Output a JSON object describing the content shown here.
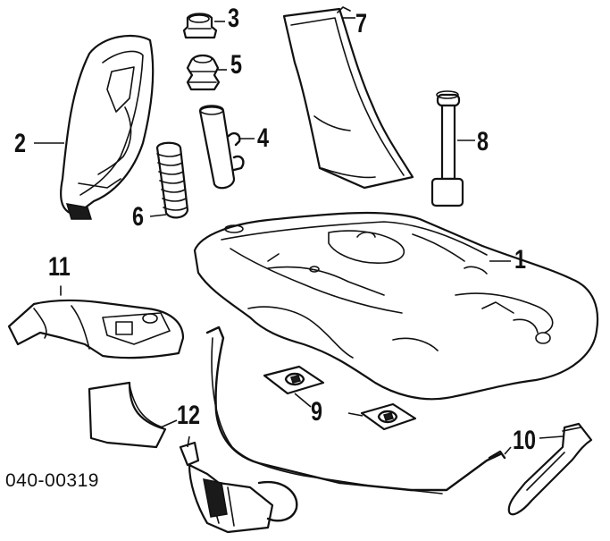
{
  "diagram_code": "040-00319",
  "callouts": {
    "c1": "1",
    "c2": "2",
    "c3": "3",
    "c4": "4",
    "c5": "5",
    "c6": "6",
    "c7": "7",
    "c8": "8",
    "c9": "9",
    "c10": "10",
    "c11": "11",
    "c12": "12"
  }
}
